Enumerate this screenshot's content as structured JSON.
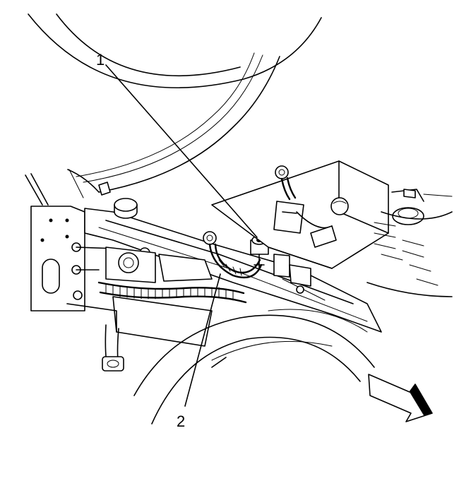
{
  "callouts": [
    {
      "id": "1",
      "label": "1"
    },
    {
      "id": "2",
      "label": "2"
    }
  ],
  "colors": {
    "line": "#000000",
    "background": "#ffffff"
  },
  "icons": {
    "view_direction": "arrow-icon"
  }
}
